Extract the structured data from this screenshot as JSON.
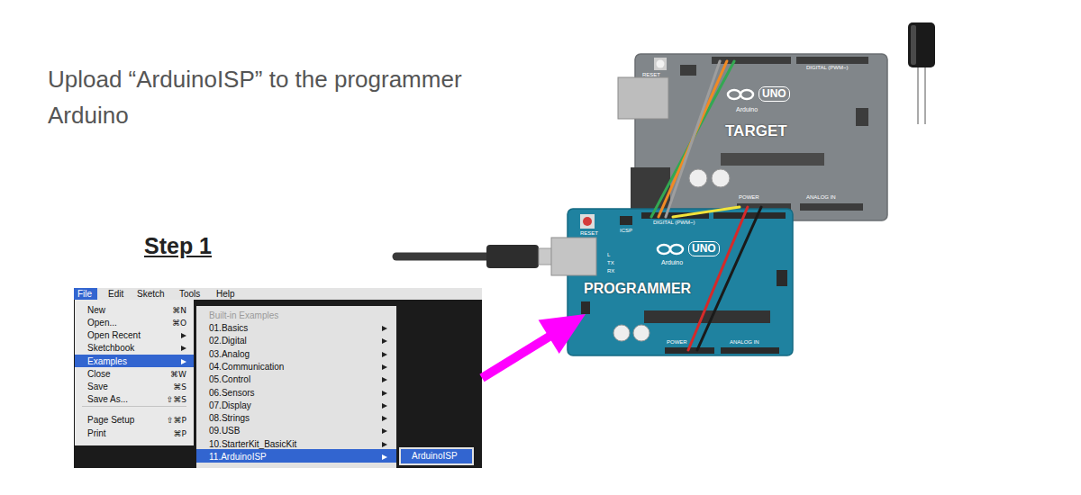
{
  "diagram": {
    "title": "Upload “ArduinoISP” to the programmer Arduino",
    "nodes": [
      {
        "text": [
          "RESET",
          "DIGITAL (PWM~)",
          "UNO",
          "Arduino",
          "TARGET",
          "POWER",
          "ANALOG IN"
        ]
      },
      {
        "text": [
          "RESET",
          "ICSP",
          "DIGITAL (PWM~)",
          "L",
          "TX",
          "RX",
          "UNO",
          "Arduino",
          "PROGRAMMER",
          "POWER",
          "ANALOG IN"
        ]
      },
      {
        "text": [
          "File",
          "Edit",
          "Sketch",
          "Tools",
          "Help"
        ]
      },
      {
        "text": [
          "New",
          "⌘N",
          "Open...",
          "⌘O",
          "Open Recent",
          "Sketchbook",
          "Examples",
          "Close",
          "⌘W",
          "Save",
          "⌘S",
          "Save As...",
          "⇧⌘S",
          "Page Setup",
          "⇧⌘P",
          "Print",
          "⌘P"
        ],
        "in": 2
      },
      {
        "text": [
          "Built-in Examples",
          "01.Basics",
          "02.Digital",
          "03.Analog",
          "04.Communication",
          "05.Control",
          "06.Sensors",
          "07.Display",
          "08.Strings",
          "09.USB",
          "10.StarterKit_BasicKit",
          "11.ArduinoISP"
        ],
        "in": 2
      },
      {
        "text": [
          "ArduinoISP"
        ],
        "in": 2
      }
    ],
    "edges": [
      {
        "from": 1,
        "to": 0,
        "arrow": "none"
      },
      {
        "from": 1,
        "to": 0,
        "arrow": "none"
      },
      {
        "from": 1,
        "to": 0,
        "arrow": "none"
      },
      {
        "from": 1,
        "to": 0,
        "arrow": "none"
      },
      {
        "from": 1,
        "to": 0,
        "arrow": "none"
      },
      {
        "from": 1,
        "to": 0,
        "arrow": "none"
      },
      {
        "from": 2,
        "to": 1,
        "arrow": "to"
      }
    ],
    "labels": [
      "Step 1"
    ]
  }
}
